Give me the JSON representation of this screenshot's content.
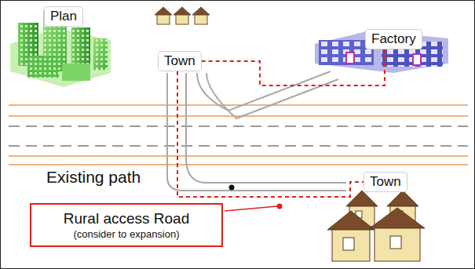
{
  "diagram": {
    "nodes": [
      {
        "text": [
          "Plan"
        ]
      },
      {
        "text": [
          "Town"
        ]
      },
      {
        "text": [
          "Factory"
        ]
      },
      {
        "text": [
          "Town"
        ]
      },
      {
        "text": [
          "Rural access Road",
          "(consider to expansion)"
        ]
      }
    ],
    "edges": [
      {
        "from": 1,
        "to": 2,
        "arrow": "none"
      },
      {
        "from": 1,
        "to": 3,
        "arrow": "none"
      }
    ],
    "labels": [
      "Existing path"
    ]
  }
}
